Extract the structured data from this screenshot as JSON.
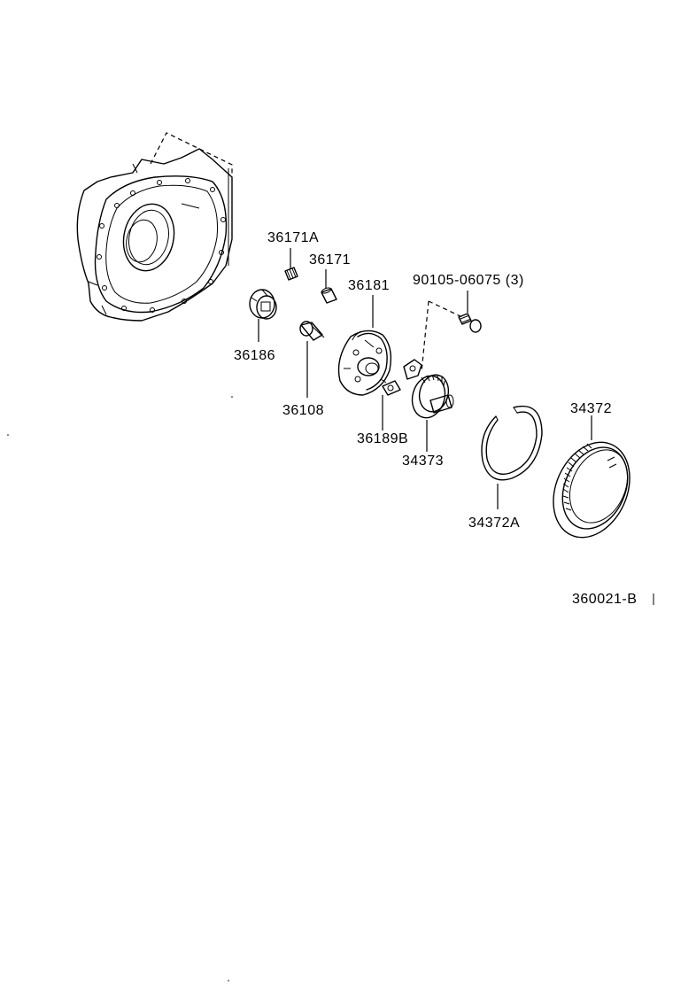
{
  "diagram": {
    "labels": {
      "p36171A": "36171A",
      "p36171": "36171",
      "p36181": "36181",
      "p90105": "90105-06075 (3)",
      "p36186": "36186",
      "p36108": "36108",
      "p36189B": "36189B",
      "p34373": "34373",
      "p34372": "34372",
      "p34372A": "34372A",
      "ref": "360021-B"
    }
  }
}
